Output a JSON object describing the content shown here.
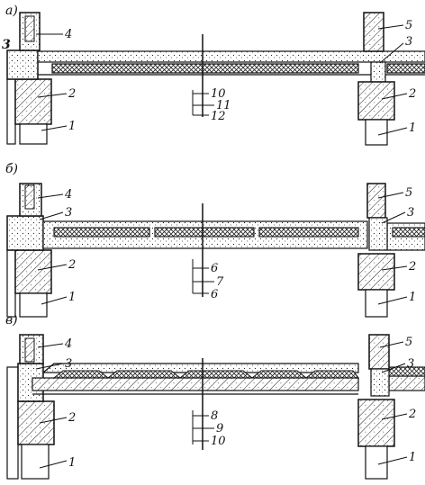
{
  "panels": [
    {
      "title": "а)",
      "left_labels": {
        "l3": "3",
        "l4": "4",
        "l2": "2",
        "l1": "1"
      },
      "right_labels": {
        "r5": "5",
        "r3": "3",
        "r2": "2",
        "r1": "1"
      },
      "center_labels": [
        "10",
        "11",
        "12"
      ]
    },
    {
      "title": "б)",
      "left_labels": {
        "l4": "4",
        "l3": "3",
        "l2": "2",
        "l1": "1"
      },
      "right_labels": {
        "r5": "5",
        "r3": "3",
        "r2": "2",
        "r1": "1"
      },
      "center_labels": [
        "6",
        "7",
        "6"
      ]
    },
    {
      "title": "в)",
      "left_labels": {
        "l4": "4",
        "l3": "3",
        "l2": "2",
        "l1": "1"
      },
      "right_labels": {
        "r5": "5",
        "r3": "3",
        "r2": "2",
        "r1": "1"
      },
      "center_labels": [
        "8",
        "9",
        "10"
      ]
    }
  ]
}
